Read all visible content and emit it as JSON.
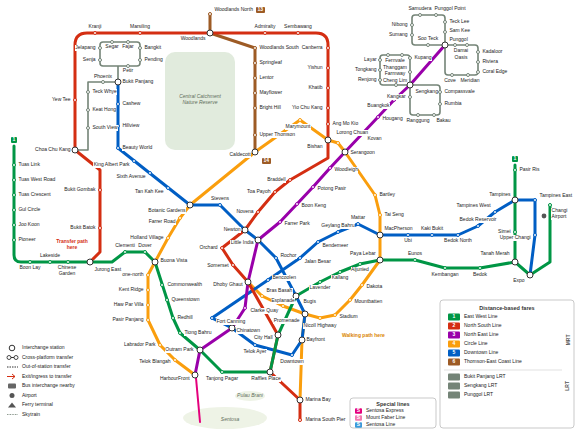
{
  "diagram": {
    "labels": [
      "Tuas Link",
      "Tuas West Road",
      "Tuas Crescent",
      "Gul Circle",
      "Joo Koon",
      "Pioneer",
      "Boon Lay",
      "Lakeside",
      "Chinese Garden",
      "Jurong East",
      "Clementi",
      "Dover",
      "Buona Vista",
      "Commonwealth",
      "Queenstown",
      "Redhill",
      "Tiong Bahru",
      "Outram Park",
      "Tanjong Pagar",
      "Raffles Place",
      "City Hall",
      "Bugis",
      "Lavender",
      "Kallang",
      "Aljunied",
      "Paya Lebar",
      "Eunos",
      "Kembangan",
      "Bedok",
      "Tanah Merah",
      "Simei",
      "Tampines",
      "Pasir Ris",
      "Expo",
      "Changi Airport",
      "Bukit Batok",
      "Bukit Gombak",
      "Choa Chu Kang",
      "Yew Tee",
      "Kranji",
      "Marsiling",
      "Woodlands",
      "Admiralty",
      "Sembawang",
      "Canberra",
      "Yishun",
      "Khatib",
      "Yio Chu Kang",
      "Ang Mo Kio",
      "Bishan",
      "Braddell",
      "Toa Payoh",
      "Novena",
      "Newton",
      "Orchard",
      "Somerset",
      "Dhoby Ghaut",
      "Marina Bay",
      "Marina South Pier",
      "HarbourFront",
      "Chinatown",
      "Clarke Quay",
      "Little India",
      "Farrer Park",
      "Boon Keng",
      "Potong Pasir",
      "Woodleigh",
      "Serangoon",
      "Kovan",
      "Hougang",
      "Buangkok",
      "Sengkang",
      "Punggol",
      "Bras Basah",
      "Esplanade",
      "Promenade",
      "Nicoll Highway",
      "Stadium",
      "Mountbatten",
      "Dakota",
      "MacPherson",
      "Tai Seng",
      "Bartley",
      "Lorong Chuan",
      "Marymount",
      "Caldecott",
      "Botanic Gardens",
      "Farrer Road",
      "Holland Village",
      "one-north",
      "Kent Ridge",
      "Haw Par Villa",
      "Pasir Panjang",
      "Labrador Park",
      "Telok Blangah",
      "Bayfront",
      "Downtown",
      "Telok Ayer",
      "Fort Canning",
      "Bencoolen",
      "Jalan Besar",
      "Bendemeer",
      "Geylang Bahru",
      "Mattar",
      "Ubi",
      "Kaki Bukit",
      "Bedok North",
      "Bedok Reservoir",
      "Tampines West",
      "Tampines East",
      "Upper Changi",
      "Rochor",
      "Stevens",
      "Bukit Panjang",
      "Cashew",
      "Hillview",
      "Beauty World",
      "King Albert Park",
      "Sixth Avenue",
      "Tan Kah Kee",
      "Woodlands North",
      "Woodlands South",
      "Springleaf",
      "Lentor",
      "Mayflower",
      "Bright Hill",
      "Upper Thomson",
      "South View",
      "Keat Hong",
      "Teck Whye",
      "Phoenix",
      "Petir",
      "Pending",
      "Bangkit",
      "Fajar",
      "Segar",
      "Jelapang",
      "Senja",
      "Layar",
      "Tongkang",
      "Renjong",
      "Kupang",
      "Fernvale",
      "Thanggam",
      "Farmway",
      "Cheng Lim",
      "Compassvale",
      "Rumbia",
      "Bakau",
      "Ranggung",
      "Kangkar",
      "Sumang",
      "Nibong",
      "Samudera",
      "Punggol Point",
      "Teck Lee",
      "Sam Kee",
      "Soo Teck",
      "Damai",
      "Oasis",
      "Kadaloor",
      "Riviera",
      "Coral Edge",
      "Meridian",
      "Cove",
      "Central Catchment Nature Reserve",
      "Transfer path here",
      "Walking path here",
      "Sentosa",
      "Pulau Brani",
      "1",
      "1",
      "13",
      "14",
      "Distance-based fares",
      "1",
      "2",
      "3",
      "4",
      "5",
      "6",
      "MRT",
      "LRT",
      "Special lines",
      "S",
      "S",
      "S"
    ],
    "legend": [
      {
        "text": "East West Line",
        "color": "#009645"
      },
      {
        "text": "North South Line",
        "color": "#d42e12"
      },
      {
        "text": "North East Line",
        "color": "#9900aa"
      },
      {
        "text": "Circle Line",
        "color": "#fa9e0d"
      },
      {
        "text": "Downtown Line",
        "color": "#005ec4"
      },
      {
        "text": "Thomson-East Coast Line",
        "color": "#9d5b25"
      },
      {
        "text": "Bukit Panjang LRT",
        "color": "#748477"
      },
      {
        "text": "Sengkang LRT",
        "color": "#748477"
      },
      {
        "text": "Punggol LRT",
        "color": "#748477"
      },
      {
        "text": "Sentosa Express",
        "color": "#e4007c"
      },
      {
        "text": "Mount Faber Line",
        "color": "#f27ab0"
      },
      {
        "text": "Sentosa Line",
        "color": "#3a9ad9"
      },
      {
        "text": "Interchange station"
      },
      {
        "text": "Cross-platform transfer"
      },
      {
        "text": "Out-of-station transfer"
      },
      {
        "text": "Exit/ingress to transfer"
      },
      {
        "text": "Bus interchange nearby"
      },
      {
        "text": "Airport"
      },
      {
        "text": "Ferry terminal"
      },
      {
        "text": "Skytrain"
      }
    ]
  }
}
